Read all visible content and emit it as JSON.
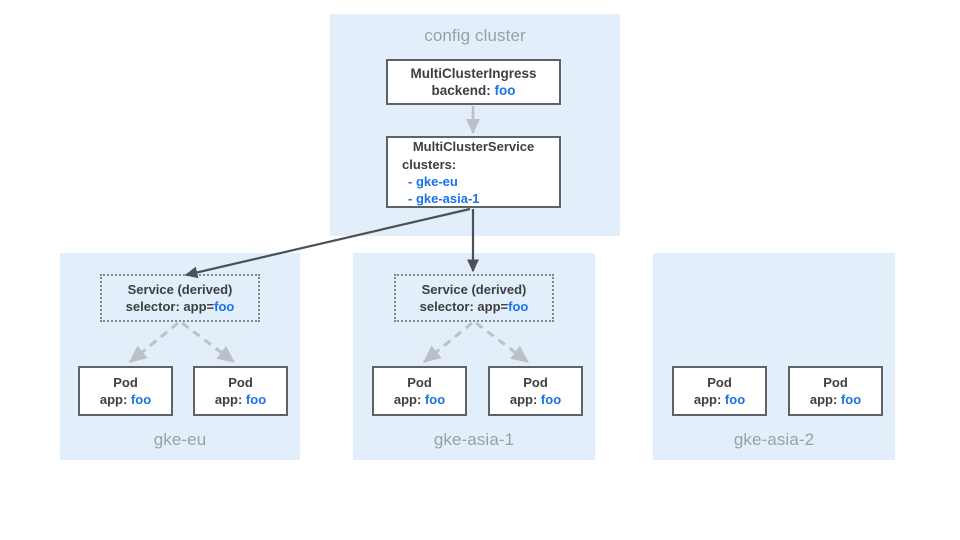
{
  "diagram": {
    "config_cluster": {
      "label": "config cluster",
      "nodes": {
        "mci": {
          "title": "MultiClusterIngress",
          "field_label": "backend:",
          "field_value": "foo"
        },
        "mcs": {
          "title": "MultiClusterService",
          "field_label": "clusters:",
          "items": [
            "- gke-eu",
            "- gke-asia-1"
          ]
        }
      }
    },
    "clusters": [
      {
        "name": "gke-eu",
        "service": {
          "title": "Service (derived)",
          "selector_label": "selector: app=",
          "selector_value": "foo"
        },
        "pods": [
          {
            "title": "Pod",
            "label": "app:",
            "value": "foo"
          },
          {
            "title": "Pod",
            "label": "app:",
            "value": "foo"
          }
        ]
      },
      {
        "name": "gke-asia-1",
        "service": {
          "title": "Service (derived)",
          "selector_label": "selector: app=",
          "selector_value": "foo"
        },
        "pods": [
          {
            "title": "Pod",
            "label": "app:",
            "value": "foo"
          },
          {
            "title": "Pod",
            "label": "app:",
            "value": "foo"
          }
        ]
      },
      {
        "name": "gke-asia-2",
        "service": null,
        "pods": [
          {
            "title": "Pod",
            "label": "app:",
            "value": "foo"
          },
          {
            "title": "Pod",
            "label": "app:",
            "value": "foo"
          }
        ]
      }
    ],
    "colors": {
      "panel_background": "#e3eefb",
      "node_border": "#5f6368",
      "accent_blue": "#1a73e8",
      "muted_gray": "#9aa0a6",
      "solid_arrow": "#4d5156",
      "dashed_arrow": "#bdc1c6"
    }
  }
}
